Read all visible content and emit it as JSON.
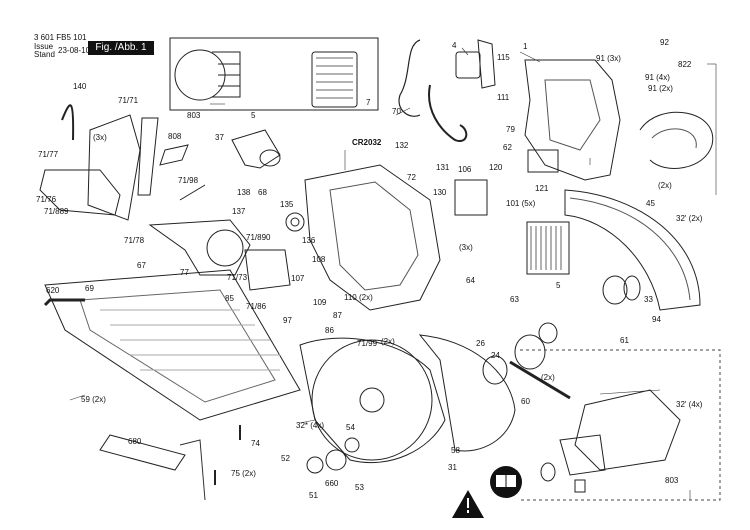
{
  "header": {
    "doc_number": "3 601 FB5 101",
    "issue_label": "Issue",
    "stand_label": "Stand",
    "date": "23-08-10",
    "figure_label": "Fig. /Abb. 1"
  },
  "battery_label": "CR2032",
  "parts": [
    "1",
    "4",
    "92",
    "115",
    "91 (3x)",
    "822",
    "140",
    "71/71",
    "803",
    "5",
    "7",
    "70",
    "111",
    "91 (4x)",
    "91 (2x)",
    "(3x)",
    "808",
    "37",
    "132",
    "79",
    "62",
    "71/77",
    "71/76",
    "71/889",
    "71/98",
    "138",
    "68",
    "72",
    "131",
    "106",
    "120",
    "121",
    "(2x)",
    "45",
    "137",
    "135",
    "130",
    "101 (5x)",
    "32' (2x)",
    "71/78",
    "71/890",
    "136",
    "(3x)",
    "5",
    "67",
    "77",
    "108",
    "71/73",
    "64",
    "33",
    "620",
    "69",
    "85",
    "107",
    "110 (2x)",
    "63",
    "71/86",
    "109",
    "87",
    "97",
    "86",
    "(2x)",
    "94",
    "71/99",
    "26",
    "24",
    "61",
    "(2x)",
    "60",
    "59 (2x)",
    "32' (4x)",
    "32* (4x)",
    "54",
    "58",
    "680",
    "74",
    "52",
    "75 (2x)",
    "31",
    "51",
    "660",
    "53",
    "803"
  ],
  "icons": [
    "warning-icon",
    "read-manual-icon"
  ]
}
